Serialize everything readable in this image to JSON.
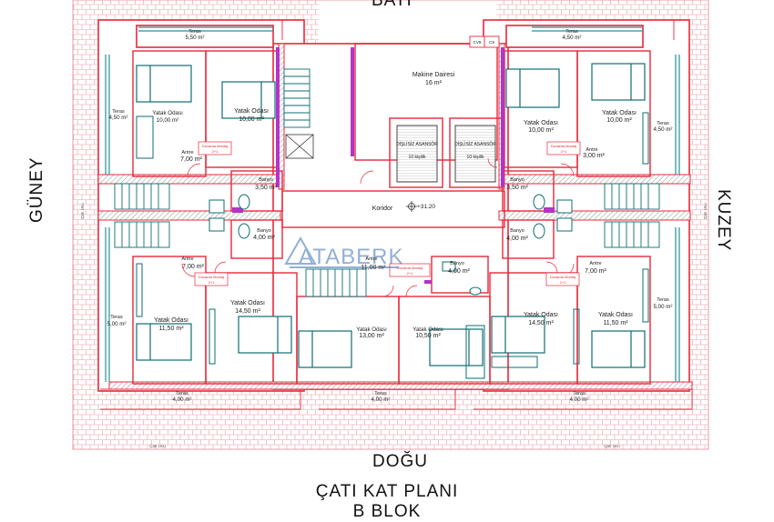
{
  "directions": {
    "north": "BATI",
    "south": "DOĞU",
    "west": "GÜNEY",
    "east": "KUZEY"
  },
  "titles": {
    "main": "ÇATI KAT PLANI",
    "sub": "B BLOK"
  },
  "watermark": "ATABERK",
  "rooms": {
    "makine": {
      "name": "Makine Dairesi",
      "area": "16 m²"
    },
    "asansor": {
      "name": "DİŞLİSİZ ASANSÖR",
      "cap": "10 kişilik"
    },
    "koridor": {
      "name": "Koridor",
      "level": "+31.20"
    },
    "teras_tl": {
      "name": "Teras",
      "area": "5,50 m²"
    },
    "teras_tr": {
      "name": "Teras",
      "area": "4,50 m²"
    },
    "teras_l": {
      "name": "Teras",
      "area": "4,50 m²"
    },
    "teras_r": {
      "name": "Teras",
      "area": "4,50 m²"
    },
    "teras_ml": {
      "name": "Teras",
      "area": "5,00 m²"
    },
    "teras_mr": {
      "name": "Teras",
      "area": "5,00 m²"
    },
    "teras_bl": {
      "name": "Teras",
      "area": "4,00 m²"
    },
    "teras_bm": {
      "name": "Teras",
      "area": "4,00 m²"
    },
    "teras_br": {
      "name": "Teras",
      "area": "4,00 m²"
    },
    "y1": {
      "name": "Yatak Odası",
      "area": "10,00 m²"
    },
    "y2": {
      "name": "Yatak Odası",
      "area": "10,00 m²"
    },
    "y3": {
      "name": "Yatak Odası",
      "area": "10,00 m²"
    },
    "y4": {
      "name": "Yatak Odası",
      "area": "10,00 m²"
    },
    "y5": {
      "name": "Yatak Odası",
      "area": "11,50 m²"
    },
    "y6": {
      "name": "Yatak Odası",
      "area": "14,50 m²"
    },
    "y7": {
      "name": "Yatak Odası",
      "area": "13,00 m²"
    },
    "y8": {
      "name": "Yatak Odası",
      "area": "10,50 m²"
    },
    "y9": {
      "name": "Yatak Odası",
      "area": "14,50 m²"
    },
    "y10": {
      "name": "Yatak Odası",
      "area": "11,50 m²"
    },
    "a1": {
      "name": "Antre",
      "area": "7,00 m²"
    },
    "a2": {
      "name": "Antre",
      "area": "3,00 m²"
    },
    "a3": {
      "name": "Antre",
      "area": "7,00 m²"
    },
    "a4": {
      "name": "Antre",
      "area": "7,00 m²"
    },
    "a5": {
      "name": "Antre",
      "area": "11,00 m²"
    },
    "b1": {
      "name": "Banyo",
      "area": "3,50 m²"
    },
    "b2": {
      "name": "Banyo",
      "area": "3,50 m²"
    },
    "b3": {
      "name": "Banyo",
      "area": "4,00 m²"
    },
    "b4": {
      "name": "Banyo",
      "area": "4,00 m²"
    },
    "b5": {
      "name": "Banyo",
      "area": "4,00 m²"
    }
  },
  "heaters": {
    "label": "Duvarda Montaj",
    "sub": "2+1"
  },
  "cevher": {
    "a": "CV9",
    "b": "C9"
  },
  "labels": {
    "cati_ucu": "Çatı Ucu"
  },
  "colors": {
    "wall": "#e8283a",
    "tile": "#ea9ea6",
    "fixture": "#0f6e72",
    "win": "#2a8f9a",
    "purple": "#b533c6",
    "hatch": "#555555"
  }
}
